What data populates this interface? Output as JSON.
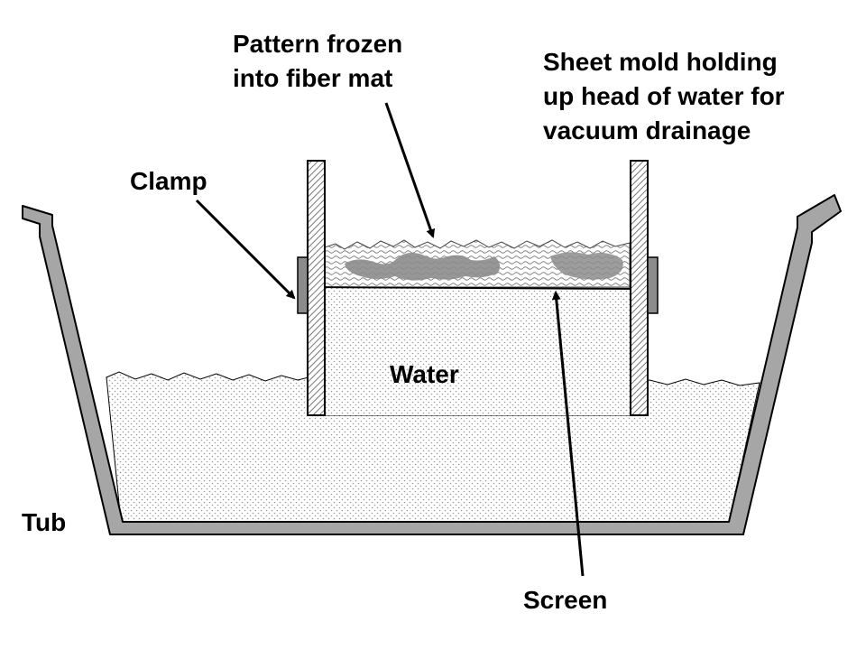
{
  "labels": {
    "pattern_line1": "Pattern frozen",
    "pattern_line2": "into fiber mat",
    "mold_line1": "Sheet mold holding",
    "mold_line2": "up head of water for",
    "mold_line3": "vacuum drainage",
    "clamp": "Clamp",
    "water": "Water",
    "tub": "Tub",
    "screen": "Screen"
  },
  "colors": {
    "tub_fill": "#a6a6a6",
    "water_dots": "#9a9a9a",
    "mat_dark": "#8c8c8c",
    "clamp_fill": "#8c8c8c",
    "outline": "#000000"
  }
}
